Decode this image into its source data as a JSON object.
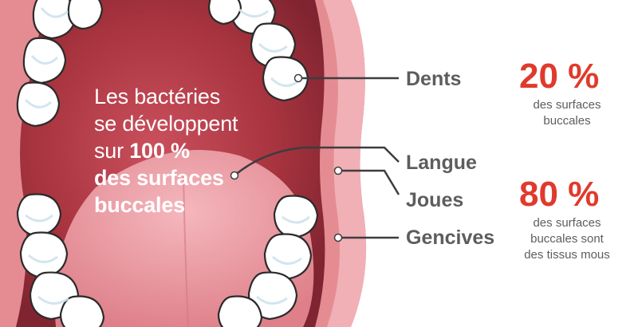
{
  "headline": {
    "line1": "Les bactéries",
    "line2": "se développent",
    "line3_prefix": "sur ",
    "line3_strong": "100 %",
    "line4": "des surfaces",
    "line5": "buccales"
  },
  "labels": {
    "teeth": "Dents",
    "tongue": "Langue",
    "cheeks": "Joues",
    "gums": "Gencives"
  },
  "stats": [
    {
      "value": "20 %",
      "lines": [
        "des surfaces",
        "buccales"
      ]
    },
    {
      "value": "80 %",
      "lines": [
        "des surfaces",
        "buccales sont",
        "des tissus mous"
      ]
    }
  ],
  "colors": {
    "accent": "#e03a2d",
    "label_gray": "#5d5d60",
    "mouth_outer": "#e58c93",
    "mouth_inner": "#a8343f",
    "tongue": "#ed9aa2",
    "tooth": "#ffffff",
    "tooth_shade": "#cfe3ee"
  }
}
